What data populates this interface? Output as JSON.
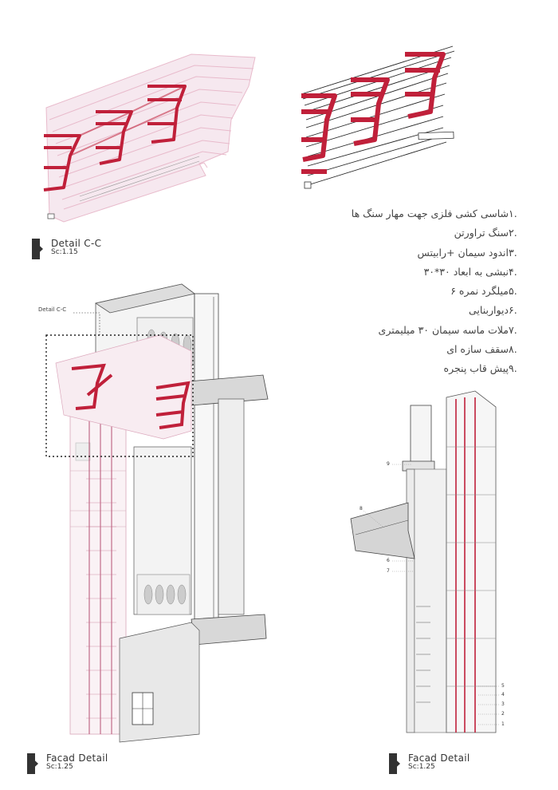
{
  "labels": {
    "detail_cc_title": "Detail C-C",
    "detail_cc_scale": "Sc:1.15",
    "facade_left_title": "Facad Detail",
    "facade_left_scale": "Sc:1.25",
    "facade_right_title": "Facad Detail",
    "facade_right_scale": "Sc:1.25",
    "callout": "Detail C-C"
  },
  "legend": [
    {
      "num": "۱.",
      "text": "شاسی کشی فلزی جهت مهار سنگ ها"
    },
    {
      "num": "۲.",
      "text": "سنگ تراورتن"
    },
    {
      "num": "۳.",
      "text": "اندود سیمان +رابیتس"
    },
    {
      "num": "۴.",
      "text": "نبشی به ابعاد ۳۰*۳۰"
    },
    {
      "num": "۵.",
      "text": "میلگرد نمره ۶"
    },
    {
      "num": "۶.",
      "text": "دیواربنایی"
    },
    {
      "num": "۷.",
      "text": "ملات ماسه سیمان ۳۰ میلیمتری"
    },
    {
      "num": "۸.",
      "text": "سقف سازه ای"
    },
    {
      "num": "۹.",
      "text": "پیش قاب پنجره"
    }
  ],
  "section_tags": [
    "9",
    "8",
    "6",
    "7",
    "5",
    "4",
    "3",
    "2",
    "1"
  ],
  "colors": {
    "steel": "#c0203a",
    "ink": "#333333",
    "ghost": "#e9b8cc",
    "concrete": "#d8d8d8"
  }
}
